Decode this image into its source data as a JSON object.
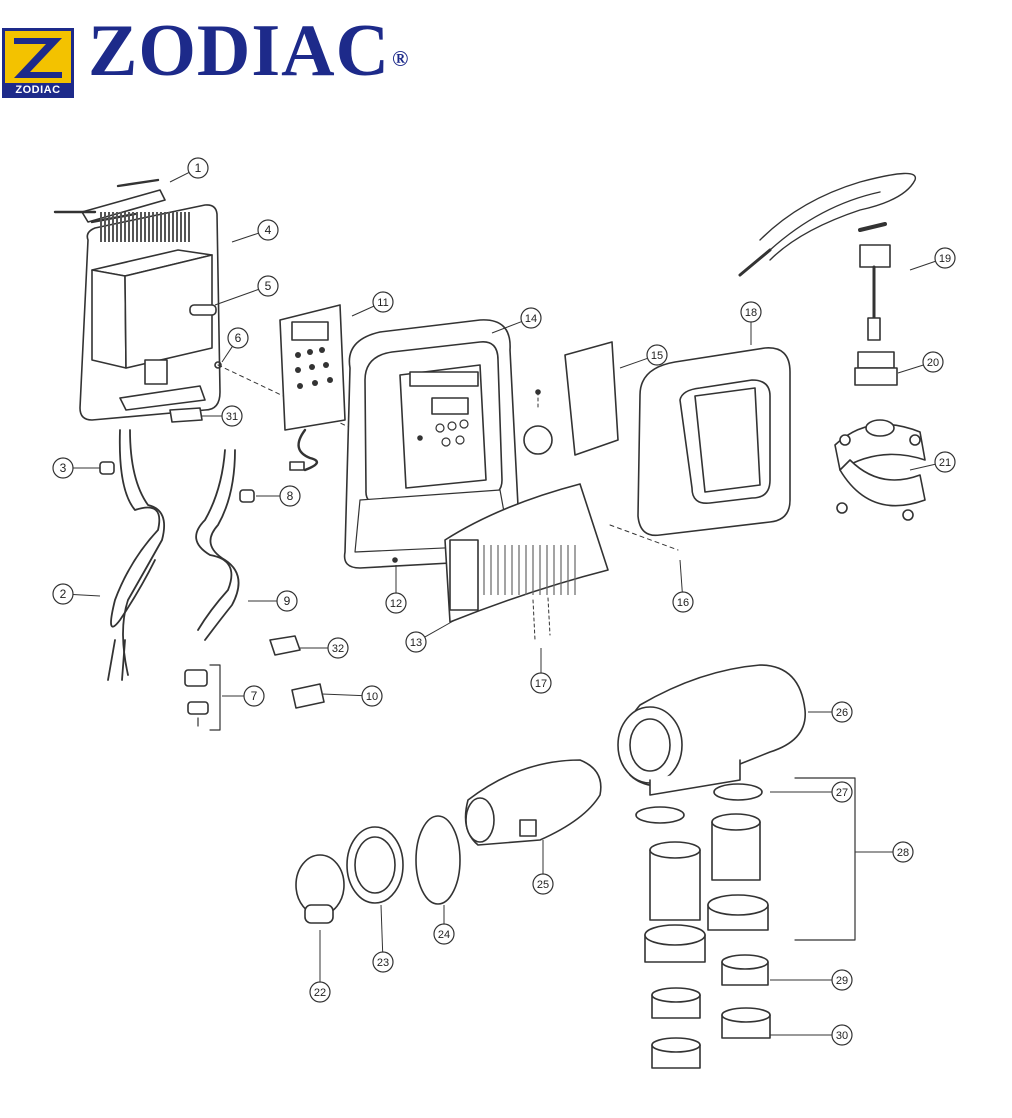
{
  "brand": {
    "wordmark": "ZODIAC",
    "registered": "®",
    "emblem_text": "ZODIAC",
    "colors": {
      "blue": "#1d2a8a",
      "yellow": "#f3c200"
    }
  },
  "callouts": [
    {
      "n": "1"
    },
    {
      "n": "2"
    },
    {
      "n": "3"
    },
    {
      "n": "4"
    },
    {
      "n": "5"
    },
    {
      "n": "6"
    },
    {
      "n": "7"
    },
    {
      "n": "8"
    },
    {
      "n": "9"
    },
    {
      "n": "10"
    },
    {
      "n": "11"
    },
    {
      "n": "12"
    },
    {
      "n": "13"
    },
    {
      "n": "14"
    },
    {
      "n": "15"
    },
    {
      "n": "16"
    },
    {
      "n": "17"
    },
    {
      "n": "18"
    },
    {
      "n": "19"
    },
    {
      "n": "20"
    },
    {
      "n": "21"
    },
    {
      "n": "22"
    },
    {
      "n": "23"
    },
    {
      "n": "24"
    },
    {
      "n": "25"
    },
    {
      "n": "26"
    },
    {
      "n": "27"
    },
    {
      "n": "28"
    },
    {
      "n": "29"
    },
    {
      "n": "30"
    },
    {
      "n": "31"
    },
    {
      "n": "32"
    }
  ]
}
